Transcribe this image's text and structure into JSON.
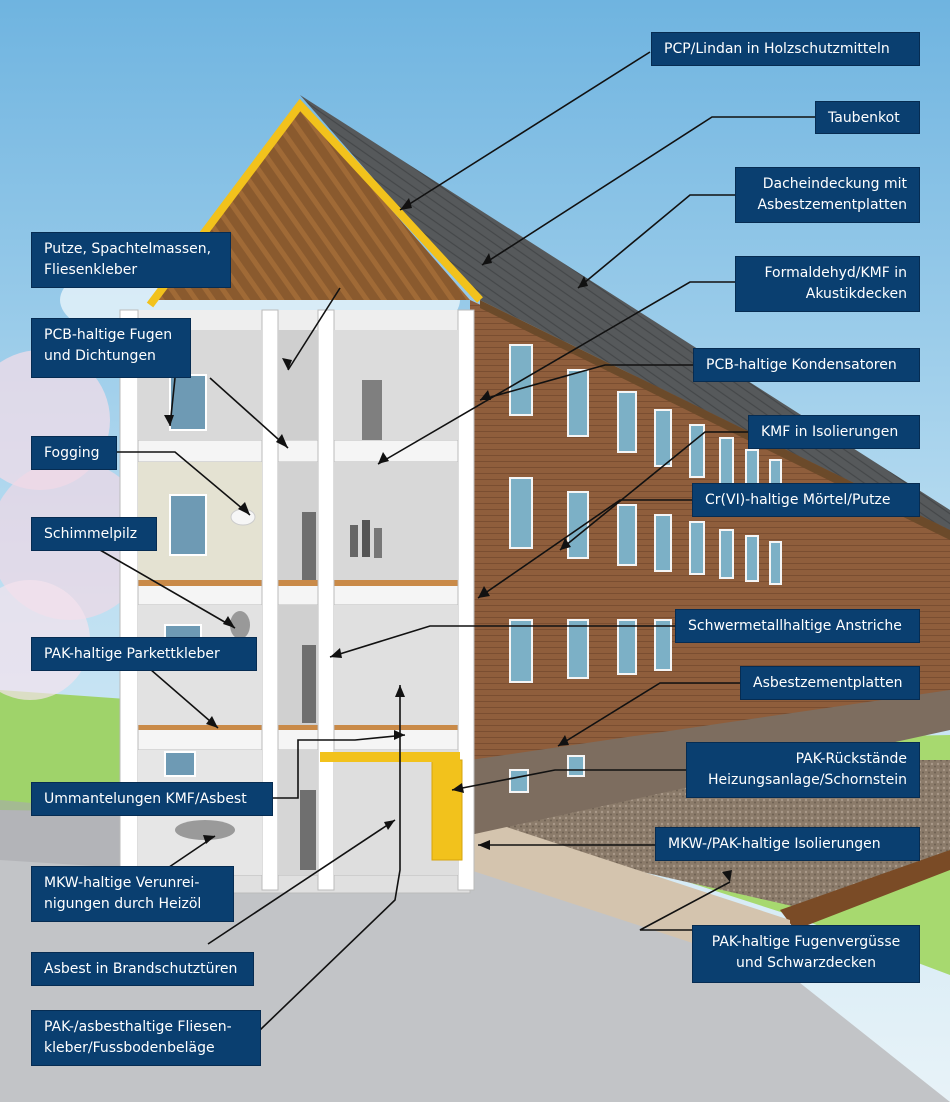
{
  "colors": {
    "label_bg": "#0a3f70",
    "label_text": "#ffffff",
    "leader_line": "#111111",
    "brick": "#8f5e3c",
    "roof": "#55585a",
    "timber": "#8a5a2e",
    "yellow_insulation": "#f2c21c",
    "lawn": "#9fd36a",
    "pavement": "#c2c4c7"
  },
  "labels": {
    "pcp_lindan": "PCP/Lindan in Holzschutzmitteln",
    "taubenkot": "Taubenkot",
    "dacheindeckung": "Dacheindeckung mit\nAsbestzementplatten",
    "formaldehyd": "Formaldehyd/KMF in\nAkustikdecken",
    "pcb_kondensatoren": "PCB-haltige Kondensatoren",
    "kmf_isolierungen": "KMF in Isolierungen",
    "crvi": "Cr(VI)-haltige Mörtel/Putze",
    "schwermetall": "Schwermetallhaltige Anstriche",
    "asbestzementplatten": "Asbestzementplatten",
    "pak_rueckstaende": "PAK-Rückstände\nHeizungsanlage/Schornstein",
    "mkw_pak_isolierungen": "MKW-/PAK-haltige Isolierungen",
    "pak_fugenverguesse": "PAK-haltige Fugenvergüsse\nund Schwarzdecken",
    "putze": "Putze, Spachtelmassen,\nFliesenkleber",
    "pcb_fugen": "PCB-haltige Fugen\nund Dichtungen",
    "fogging": "Fogging",
    "schimmelpilz": "Schimmelpilz",
    "pak_parkett": "PAK-haltige Parkettkleber",
    "ummantelungen": "Ummantelungen KMF/Asbest",
    "mkw_heizoel": "MKW-haltige Verunrei-\nnigungen durch Heizöl",
    "asbest_brandschutz": "Asbest in Brandschutztüren",
    "pak_fliesen": "PAK-/asbesthaltige Fliesen-\nkleber/Fussbodenbeläge"
  }
}
